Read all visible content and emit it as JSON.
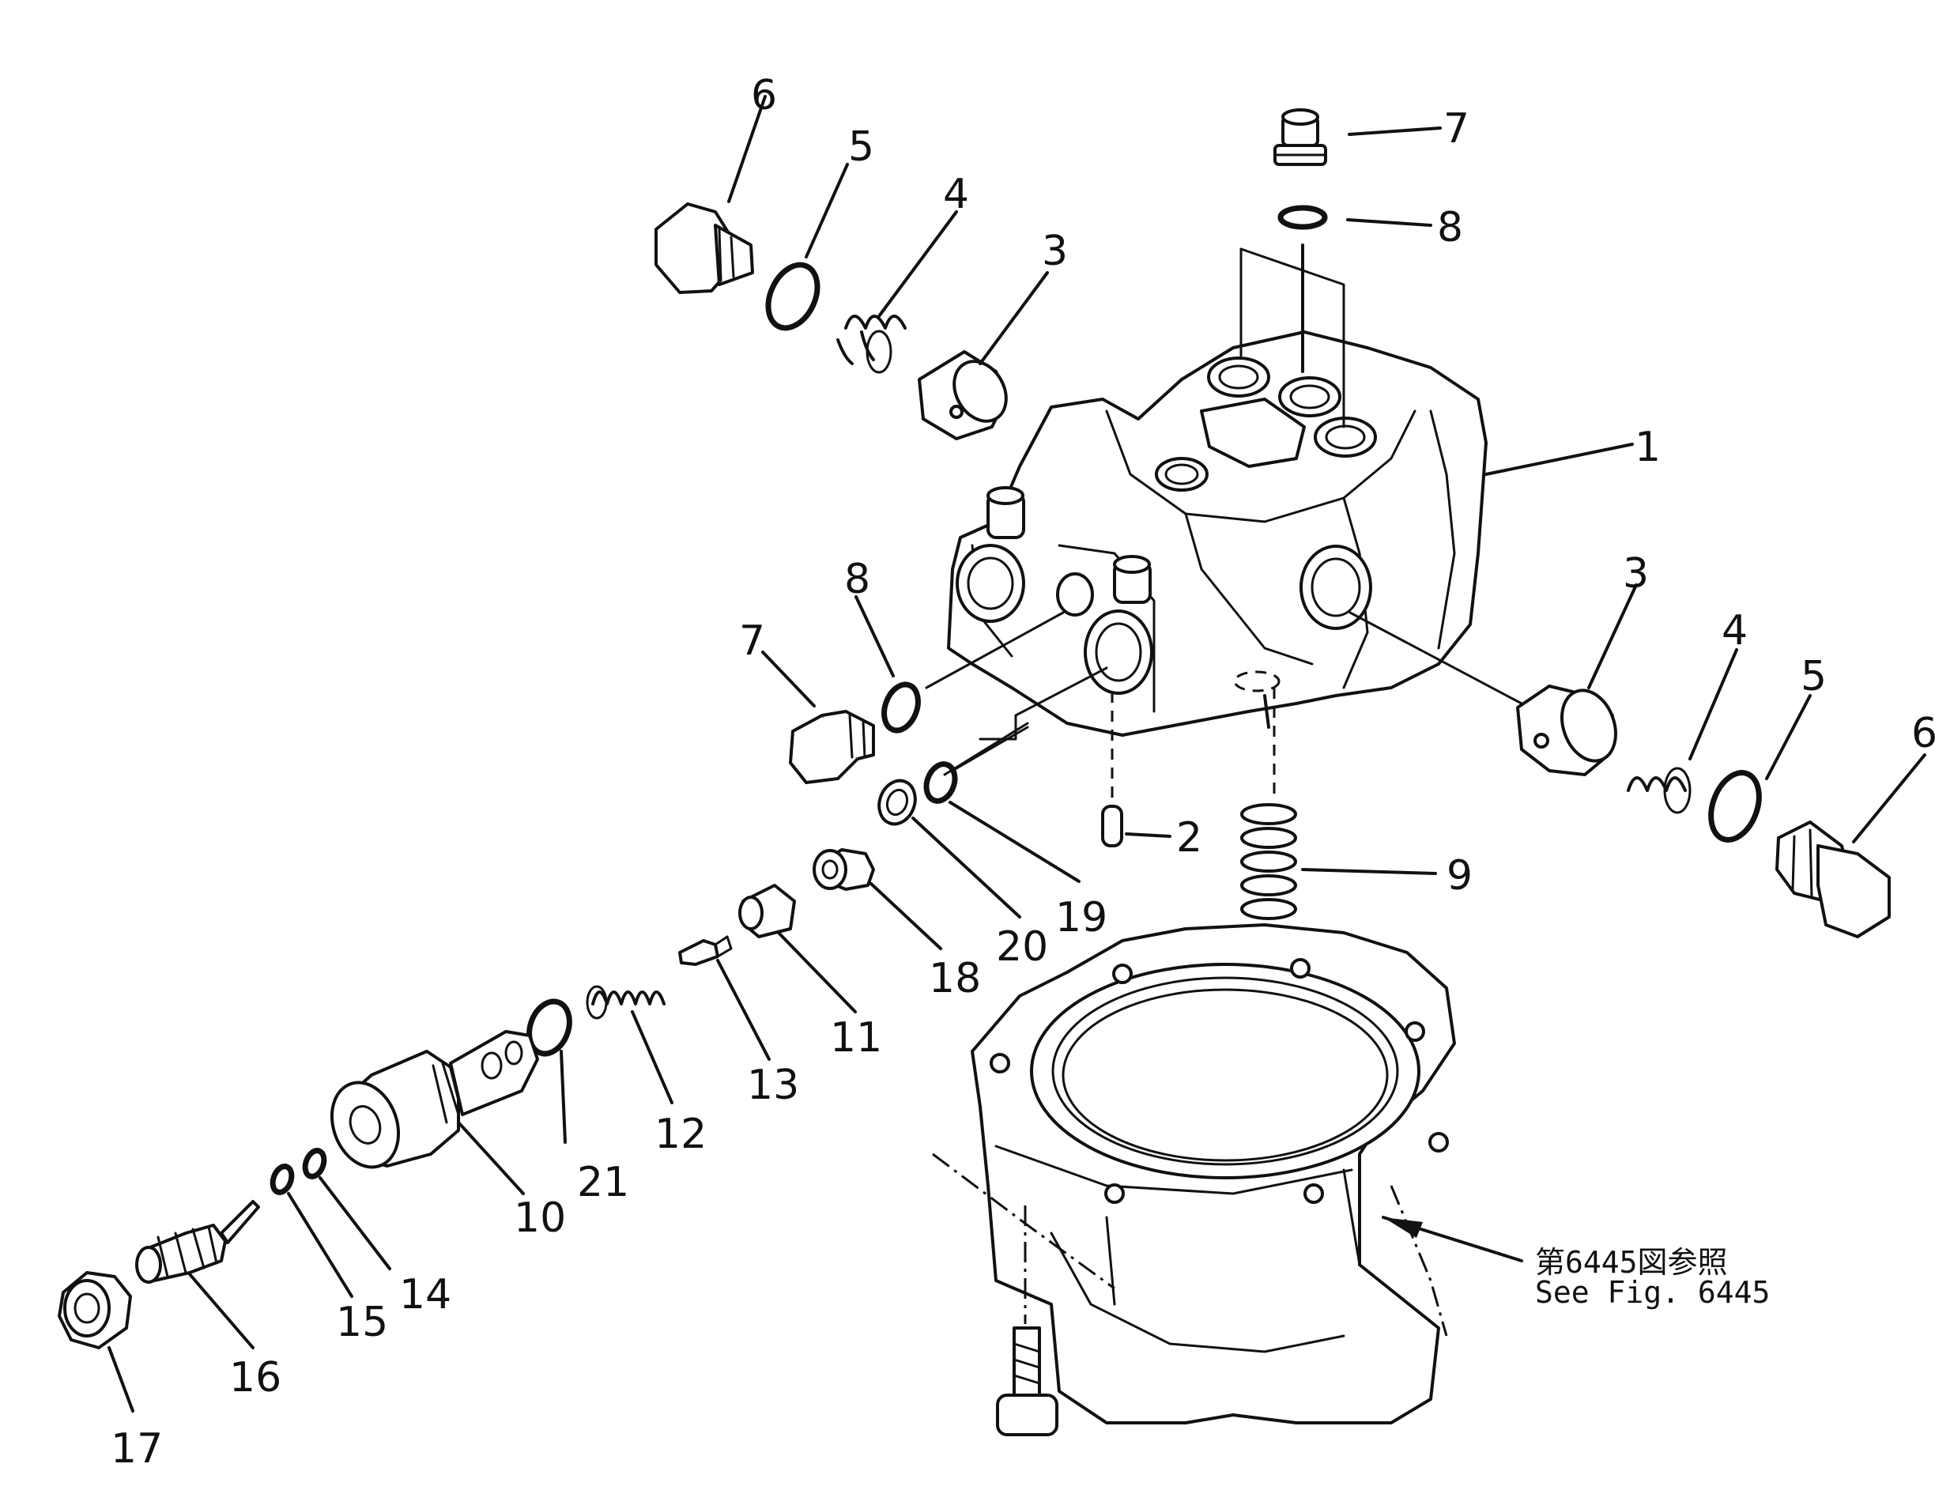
{
  "diagram": {
    "reference": {
      "jp": "第6445図参照",
      "en": "See Fig. 6445"
    },
    "callouts": [
      {
        "id": "c1",
        "label": "1"
      },
      {
        "id": "c2",
        "label": "2"
      },
      {
        "id": "c3a",
        "label": "3"
      },
      {
        "id": "c3b",
        "label": "3"
      },
      {
        "id": "c4a",
        "label": "4"
      },
      {
        "id": "c4b",
        "label": "4"
      },
      {
        "id": "c5a",
        "label": "5"
      },
      {
        "id": "c5b",
        "label": "5"
      },
      {
        "id": "c6a",
        "label": "6"
      },
      {
        "id": "c6b",
        "label": "6"
      },
      {
        "id": "c7a",
        "label": "7"
      },
      {
        "id": "c7b",
        "label": "7"
      },
      {
        "id": "c8a",
        "label": "8"
      },
      {
        "id": "c8b",
        "label": "8"
      },
      {
        "id": "c9",
        "label": "9"
      },
      {
        "id": "c10",
        "label": "10"
      },
      {
        "id": "c11",
        "label": "11"
      },
      {
        "id": "c12",
        "label": "12"
      },
      {
        "id": "c13",
        "label": "13"
      },
      {
        "id": "c14",
        "label": "14"
      },
      {
        "id": "c15",
        "label": "15"
      },
      {
        "id": "c16",
        "label": "16"
      },
      {
        "id": "c17",
        "label": "17"
      },
      {
        "id": "c18",
        "label": "18"
      },
      {
        "id": "c19",
        "label": "19"
      },
      {
        "id": "c20",
        "label": "20"
      },
      {
        "id": "c21",
        "label": "21"
      }
    ]
  }
}
